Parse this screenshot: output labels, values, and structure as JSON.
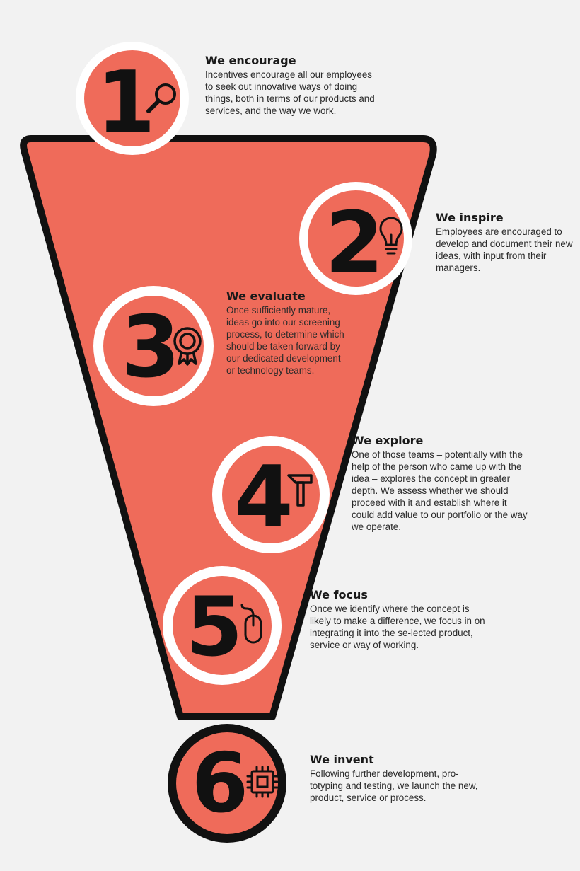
{
  "colors": {
    "background": "#f2f2f2",
    "funnel_fill": "#ef6b5a",
    "outline": "#111111",
    "ring": "#ffffff",
    "text": "#1a1a1a"
  },
  "steps": [
    {
      "number": "1",
      "icon": "magnifier-icon",
      "title": "We encourage",
      "body": "Incentives encourage all our employees to seek out innovative ways of doing things, both in terms of our products and services, and the way we work."
    },
    {
      "number": "2",
      "icon": "lightbulb-icon",
      "title": "We inspire",
      "body": "Employees are encouraged to develop and document their new ideas, with input from their managers."
    },
    {
      "number": "3",
      "icon": "award-ribbon-icon",
      "title": "We evaluate",
      "body": "Once sufficiently mature, ideas go into our screening process, to determine which should be taken forward by our dedicated development or technology teams."
    },
    {
      "number": "4",
      "icon": "hammer-icon",
      "title": "We explore",
      "body": "One of those teams – potentially with the help of the person who came up with the idea – explores the concept in greater depth. We assess whether we should proceed with it and establish where it could add value to our portfolio or the way we operate."
    },
    {
      "number": "5",
      "icon": "computer-mouse-icon",
      "title": "We focus",
      "body": "Once we identify where the concept is likely to make a difference, we focus in on integrating it into the se-lected product, service or way of working."
    },
    {
      "number": "6",
      "icon": "microchip-icon",
      "title": "We invent",
      "body": "Following further development, pro-totyping and testing, we launch the new, product, service or process."
    }
  ]
}
